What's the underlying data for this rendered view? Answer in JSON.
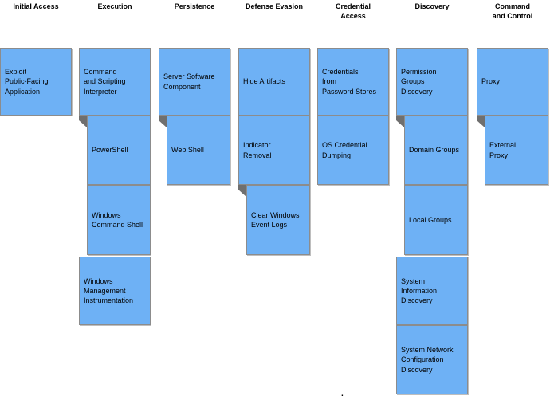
{
  "diagram": {
    "type": "attack-matrix",
    "background": "#ffffff",
    "cell_fill": "#6eb1f5",
    "cell_border": "#8c8c8c",
    "connector_color": "#6f6f6f",
    "text_color": "#000000"
  },
  "columns": [
    {
      "header": "Initial Access",
      "items": [
        {
          "label": "Exploit\nPublic-Facing\nApplication",
          "type": "technique"
        }
      ]
    },
    {
      "header": "Execution",
      "items": [
        {
          "label": "Command\nand Scripting\nInterpreter",
          "type": "technique"
        },
        {
          "label": "PowerShell",
          "type": "subtechnique"
        },
        {
          "label": "Windows\nCommand Shell",
          "type": "subtechnique"
        },
        {
          "label": "Windows\nManagement\nInstrumentation",
          "type": "technique"
        }
      ]
    },
    {
      "header": "Persistence",
      "items": [
        {
          "label": "Server Software\nComponent",
          "type": "technique"
        },
        {
          "label": "Web Shell",
          "type": "subtechnique"
        }
      ]
    },
    {
      "header": "Defense Evasion",
      "items": [
        {
          "label": "Hide Artifacts",
          "type": "technique"
        },
        {
          "label": "Indicator\nRemoval",
          "type": "technique"
        },
        {
          "label": "Clear Windows\nEvent Logs",
          "type": "subtechnique"
        }
      ]
    },
    {
      "header": "Credential\nAccess",
      "items": [
        {
          "label": "Credentials\nfrom\nPassword Stores",
          "type": "technique"
        },
        {
          "label": "OS Credential\nDumping",
          "type": "technique"
        }
      ]
    },
    {
      "header": "Discovery",
      "items": [
        {
          "label": "Permission\nGroups\nDiscovery",
          "type": "technique"
        },
        {
          "label": "Domain Groups",
          "type": "subtechnique"
        },
        {
          "label": "Local Groups",
          "type": "subtechnique"
        },
        {
          "label": "System\nInformation\nDiscovery",
          "type": "technique"
        },
        {
          "label": "System Network\nConfiguration\nDiscovery",
          "type": "technique"
        }
      ]
    },
    {
      "header": "Command\nand Control",
      "items": [
        {
          "label": "Proxy",
          "type": "technique"
        },
        {
          "label": "External\nProxy",
          "type": "subtechnique"
        }
      ]
    }
  ],
  "artifacts": {
    "dot": "."
  }
}
